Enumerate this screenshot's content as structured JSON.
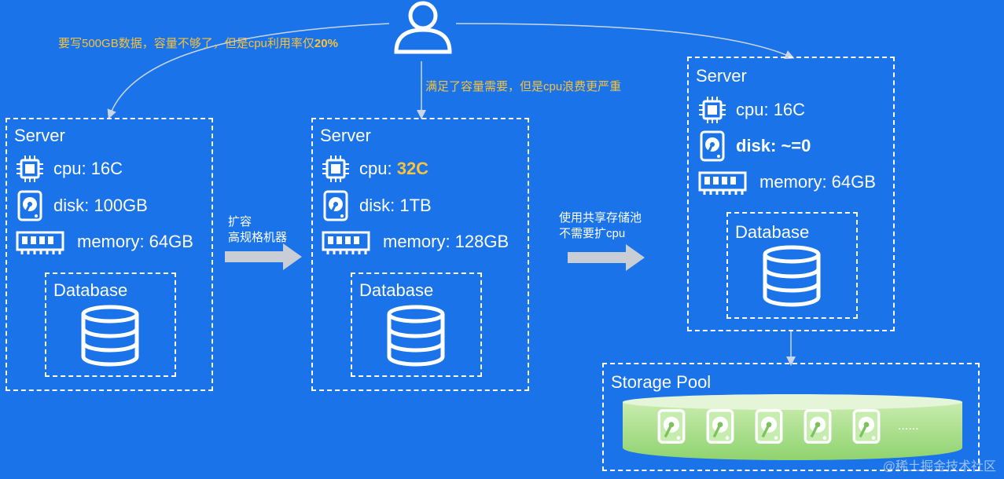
{
  "top_note_left": "要写500GB数据，容量不够了，但是cpu利用率仅",
  "top_note_left_hl": "20%",
  "mid_note": "满足了容量需要，但是cpu浪费更严重",
  "arrow1": {
    "line1": "扩容",
    "line2": "高规格机器"
  },
  "arrow2": {
    "line1": "使用共享存储池",
    "line2": "不需要扩cpu"
  },
  "server1": {
    "title": "Server",
    "cpu": "cpu: 16C",
    "disk": "disk: 100GB",
    "memory": "memory: 64GB",
    "db": "Database"
  },
  "server2": {
    "title": "Server",
    "cpu_prefix": "cpu: ",
    "cpu_value": "32C",
    "disk": "disk: 1TB",
    "memory": "memory: 128GB",
    "db": "Database"
  },
  "server3": {
    "title": "Server",
    "cpu": "cpu: 16C",
    "disk": "disk: ~=0",
    "memory": "memory: 64GB",
    "db": "Database"
  },
  "storage_pool": {
    "title": "Storage Pool",
    "ellipsis": "......"
  },
  "watermark": "@稀土掘金技术社区",
  "colors": {
    "background": "#1a73e8",
    "highlight": "#f7c23c",
    "pool": "#a8e08a"
  },
  "icons": [
    "user-icon",
    "cpu-icon",
    "disk-icon",
    "memory-icon",
    "database-icon",
    "arrow-icon"
  ]
}
